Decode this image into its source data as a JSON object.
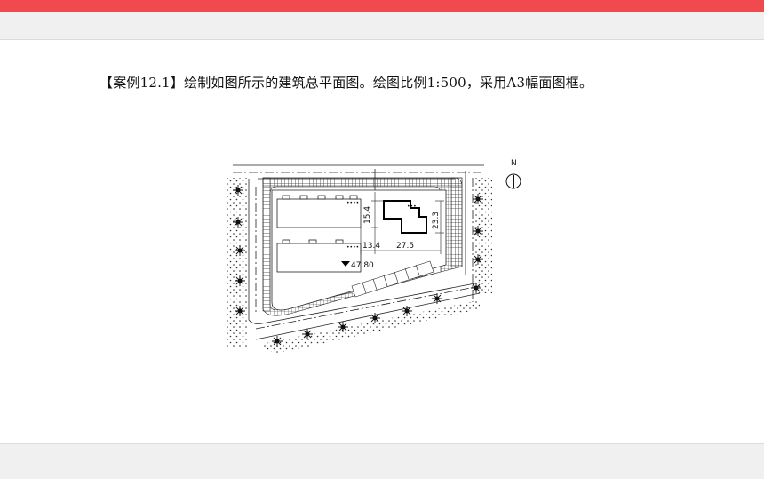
{
  "slide": {
    "caption": "【案例12.1】绘制如图所示的建筑总平面图。绘图比例1:500，采用A3幅面图框。"
  },
  "plan": {
    "north_label": "N",
    "dims": {
      "d154": "15.4",
      "d233": "23.3",
      "d134": "13.4",
      "d275": "27.5"
    },
    "elevation": "47.80"
  }
}
